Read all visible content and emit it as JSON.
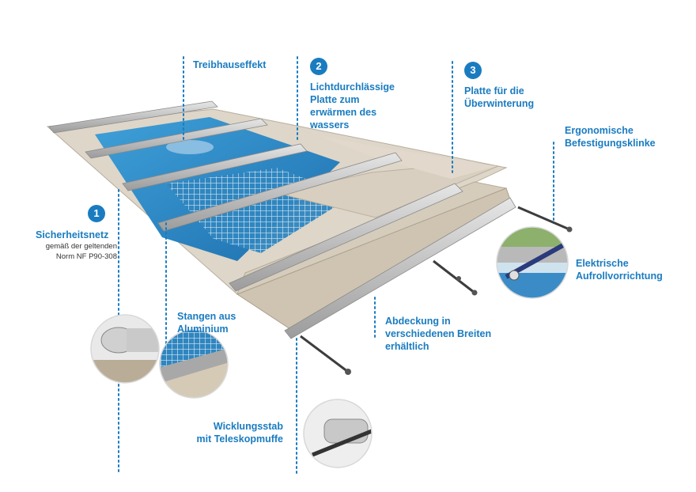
{
  "colors": {
    "accent": "#1a7cc0",
    "panel": "#d9cfc0",
    "water": "#2a88c4",
    "rail": "#bfbfbf"
  },
  "labels": {
    "treibhaus": "Treibhauseffekt",
    "platte2": [
      "Lichtdurchlässige",
      "Platte zum",
      "erwärmen des",
      "wassers"
    ],
    "platte3": [
      "Platte für die",
      "Überwinterung"
    ],
    "ergonomisch": [
      "Ergonomische",
      "Befestigungsklinke"
    ],
    "sicherheit": "Sicherheitsnetz",
    "sicherheit_sub": [
      "gemäß der geltenden",
      "Norm NF P90-308"
    ],
    "elektrisch": [
      "Elektrische",
      "Aufrollvorrichtung"
    ],
    "stangen": [
      "Stangen aus",
      "Aluminium"
    ],
    "abdeckung": [
      "Abdeckung in",
      "verschiedenen Breiten",
      "erhältlich"
    ],
    "wicklung": [
      "Wicklungsstab",
      "mit Teleskopmuffe"
    ]
  },
  "badges": {
    "one": "1",
    "two": "2",
    "three": "3"
  }
}
